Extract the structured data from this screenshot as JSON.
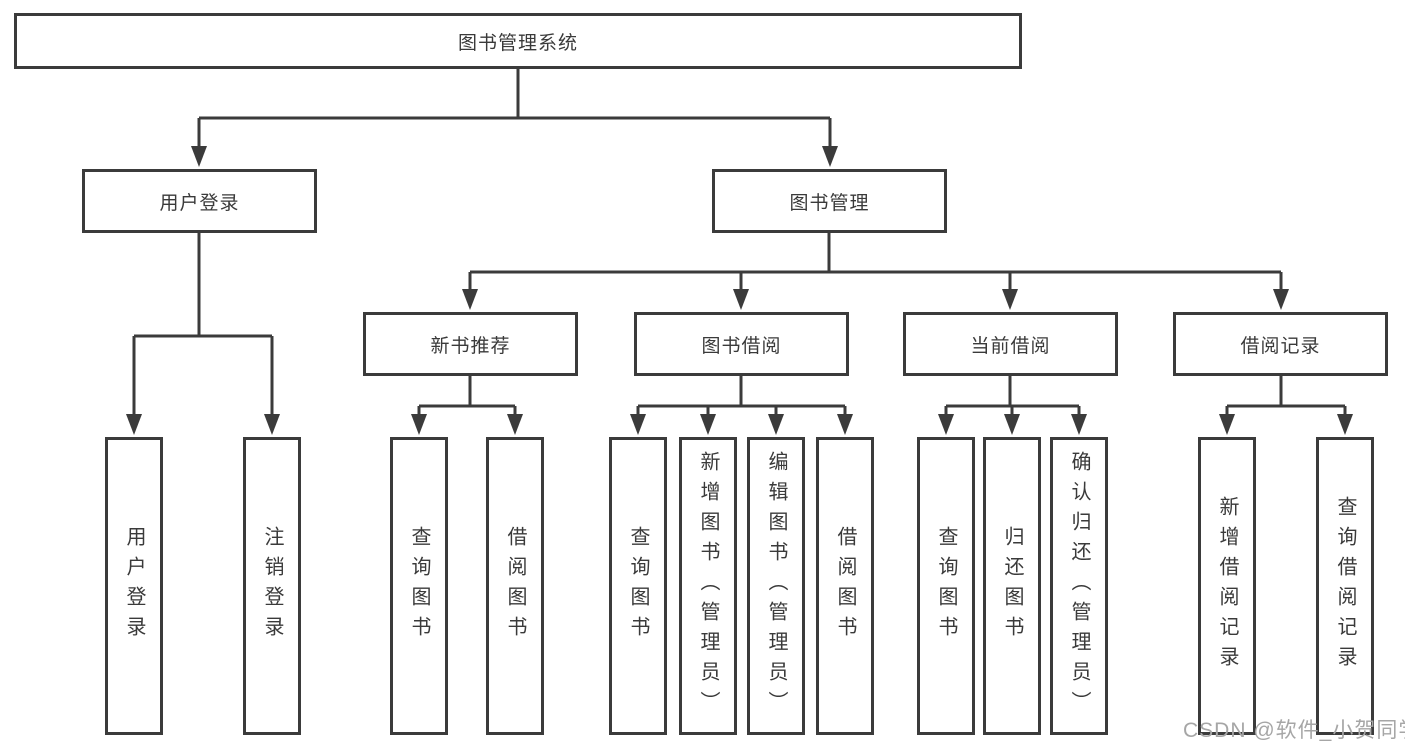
{
  "tree": {
    "root": "图书管理系统",
    "branches": [
      {
        "label": "用户登录",
        "children": [
          "用户登录",
          "注销登录"
        ]
      },
      {
        "label": "图书管理",
        "sections": [
          {
            "label": "新书推荐",
            "children": [
              "查询图书",
              "借阅图书"
            ]
          },
          {
            "label": "图书借阅",
            "children": [
              "查询图书",
              "新增图书（管理员）",
              "编辑图书（管理员）",
              "借阅图书"
            ]
          },
          {
            "label": "当前借阅",
            "children": [
              "查询图书",
              "归还图书",
              "确认归还（管理员）"
            ]
          },
          {
            "label": "借阅记录",
            "children": [
              "新增借阅记录",
              "查询借阅记录"
            ]
          }
        ]
      }
    ]
  },
  "watermark": "CSDN @软件_小贺同学",
  "colors": {
    "line": "#3b3b3b",
    "text": "#3a3a3a",
    "background": "#ffffff",
    "watermark": "#a6a6a6"
  }
}
